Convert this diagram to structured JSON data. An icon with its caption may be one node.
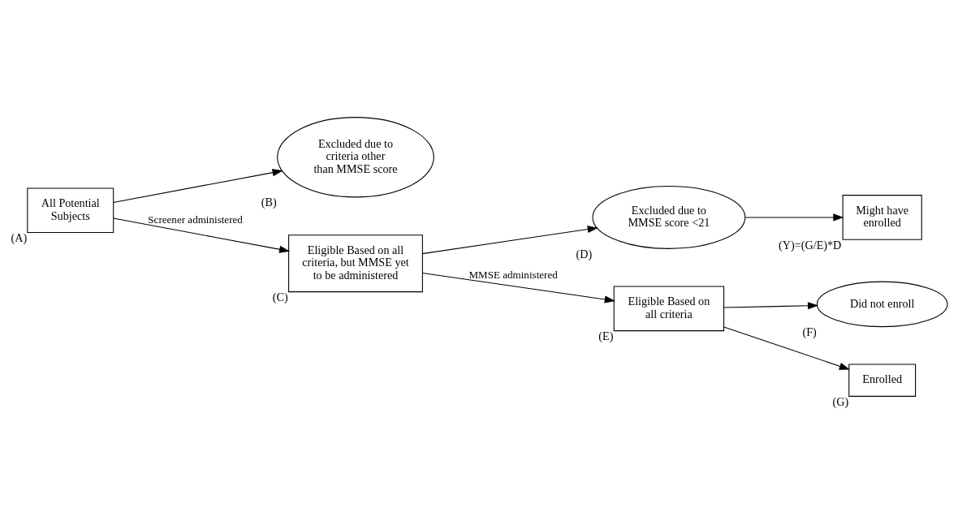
{
  "diagram": {
    "nodes": [
      {
        "text": [
          "All Potential Subjects"
        ],
        "beside": [
          "(A)"
        ]
      },
      {
        "text": [
          "Excluded due to criteria other than MMSE score"
        ],
        "beside": [
          "(B)"
        ]
      },
      {
        "text": [
          "Eligible Based on all criteria, but MMSE yet to be administered"
        ],
        "beside": [
          "(C)"
        ]
      },
      {
        "text": [
          "Excluded due to MMSE score <21"
        ],
        "beside": [
          "(D)"
        ]
      },
      {
        "text": [
          "Might have enrolled"
        ],
        "beside": [
          "(Y)=(G/E)*D"
        ]
      },
      {
        "text": [
          "Eligible Based on all criteria"
        ],
        "beside": [
          "(E)"
        ]
      },
      {
        "text": [
          "Did not enroll"
        ],
        "beside": [
          "(F)"
        ]
      },
      {
        "text": [
          "Enrolled"
        ],
        "beside": [
          "(G)"
        ]
      }
    ],
    "edges": [
      {
        "from": 0,
        "to": 1,
        "arrow": "to"
      },
      {
        "from": 0,
        "to": 2,
        "arrow": "to",
        "label": "Screener administered"
      },
      {
        "from": 2,
        "to": 3,
        "arrow": "to"
      },
      {
        "from": 2,
        "to": 5,
        "arrow": "to",
        "label": "MMSE administered"
      },
      {
        "from": 3,
        "to": 4,
        "arrow": "to"
      },
      {
        "from": 5,
        "to": 6,
        "arrow": "to"
      },
      {
        "from": 5,
        "to": 7,
        "arrow": "to"
      }
    ]
  }
}
